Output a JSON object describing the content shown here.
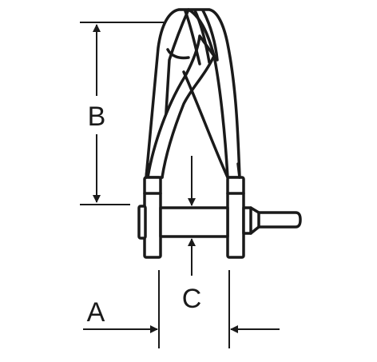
{
  "diagram": {
    "part": "twisted shackle",
    "dimension_labels": {
      "a": "A",
      "b": "B",
      "c": "C"
    },
    "colors": {
      "line": "#1a1a1a",
      "fill": "#ffffff"
    }
  }
}
